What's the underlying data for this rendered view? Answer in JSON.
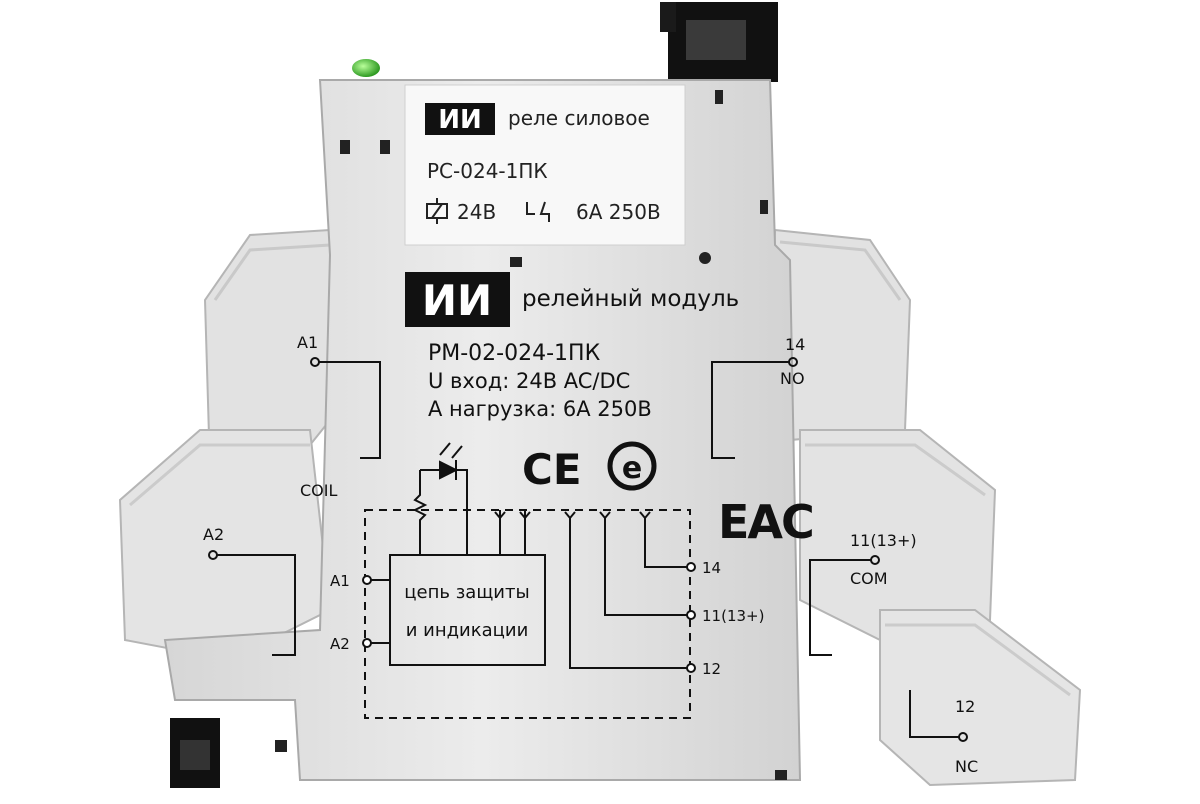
{
  "relay": {
    "brand": "ИИ",
    "title": "реле силовое",
    "model": "РС-024-1ПК",
    "coil": "24В",
    "contact": "6А 250В"
  },
  "module": {
    "brand": "ИИ",
    "title": "релейный модуль",
    "model": "РМ-02-024-1ПК",
    "input": "U вход: 24В AC/DC",
    "load": "А нагрузка: 6А 250В"
  },
  "terminals": {
    "a1": "A1",
    "coil": "COIL",
    "a2": "A2",
    "t14": "14",
    "no": "NO",
    "t11": "11(13+)",
    "com": "COM",
    "t12": "12",
    "nc": "NC"
  },
  "schematic": {
    "block_line1": "цепь защиты",
    "block_line2": "и индикации",
    "a1": "A1",
    "a2": "A2",
    "t14": "14",
    "t11": "11(13+)",
    "t12": "12"
  },
  "marks": {
    "ce": "CE",
    "eac": "EAC"
  },
  "colors": {
    "body": "#e4e4e4",
    "body_shadow": "#bdbdbd",
    "relay_label": "#fafafa",
    "led": "#4cc43a",
    "clip": "#111111"
  }
}
